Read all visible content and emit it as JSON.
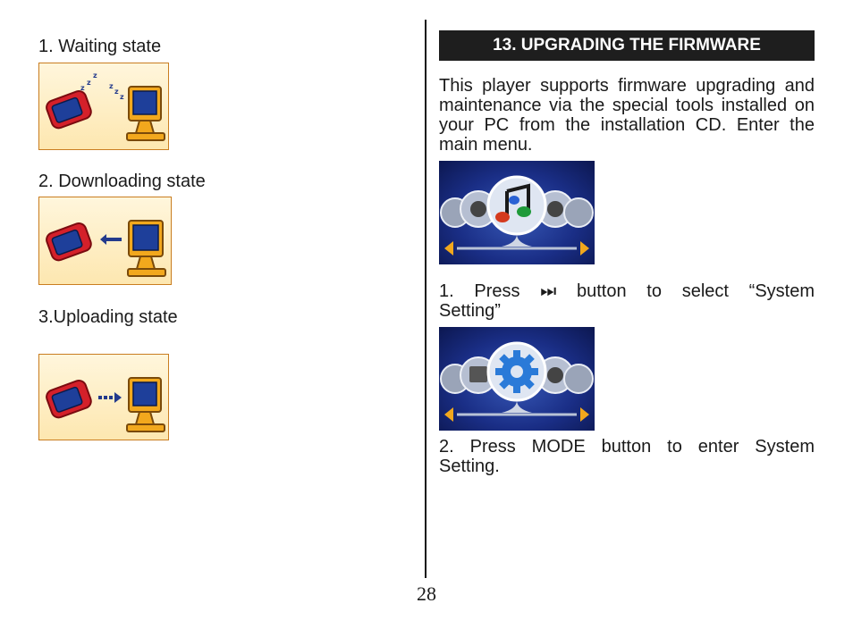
{
  "left_column": {
    "states": [
      {
        "label": "1. Waiting state",
        "icon": "waiting-state-icon"
      },
      {
        "label": "2. Downloading state",
        "icon": "downloading-state-icon"
      },
      {
        "label": "3.Uploading state",
        "icon": "uploading-state-icon"
      }
    ]
  },
  "right_column": {
    "section_title": "13. UPGRADING THE FIRMWARE",
    "intro_paragraph": "This player supports firmware upgrading and maintenance via the special tools installed on your PC from the installation CD. Enter the main menu.",
    "main_menu_image": "main-menu-music-icon",
    "step1_line1": "1.  Press  ⏭  button  to  select  “System",
    "step1_line2": "Setting”",
    "system_setting_image": "system-setting-gear-icon",
    "step2_line1": "2.  Press  MODE  button  to  enter  System",
    "step2_line2": "Setting."
  },
  "page_number": "28",
  "colors": {
    "player_red": "#d4202a",
    "player_screen": "#1e3f9a",
    "monitor_orange": "#f2a81d",
    "arrow_blue": "#233a8c",
    "menu_bg": "#1a2e86",
    "section_bar": "#1e1e1e"
  }
}
